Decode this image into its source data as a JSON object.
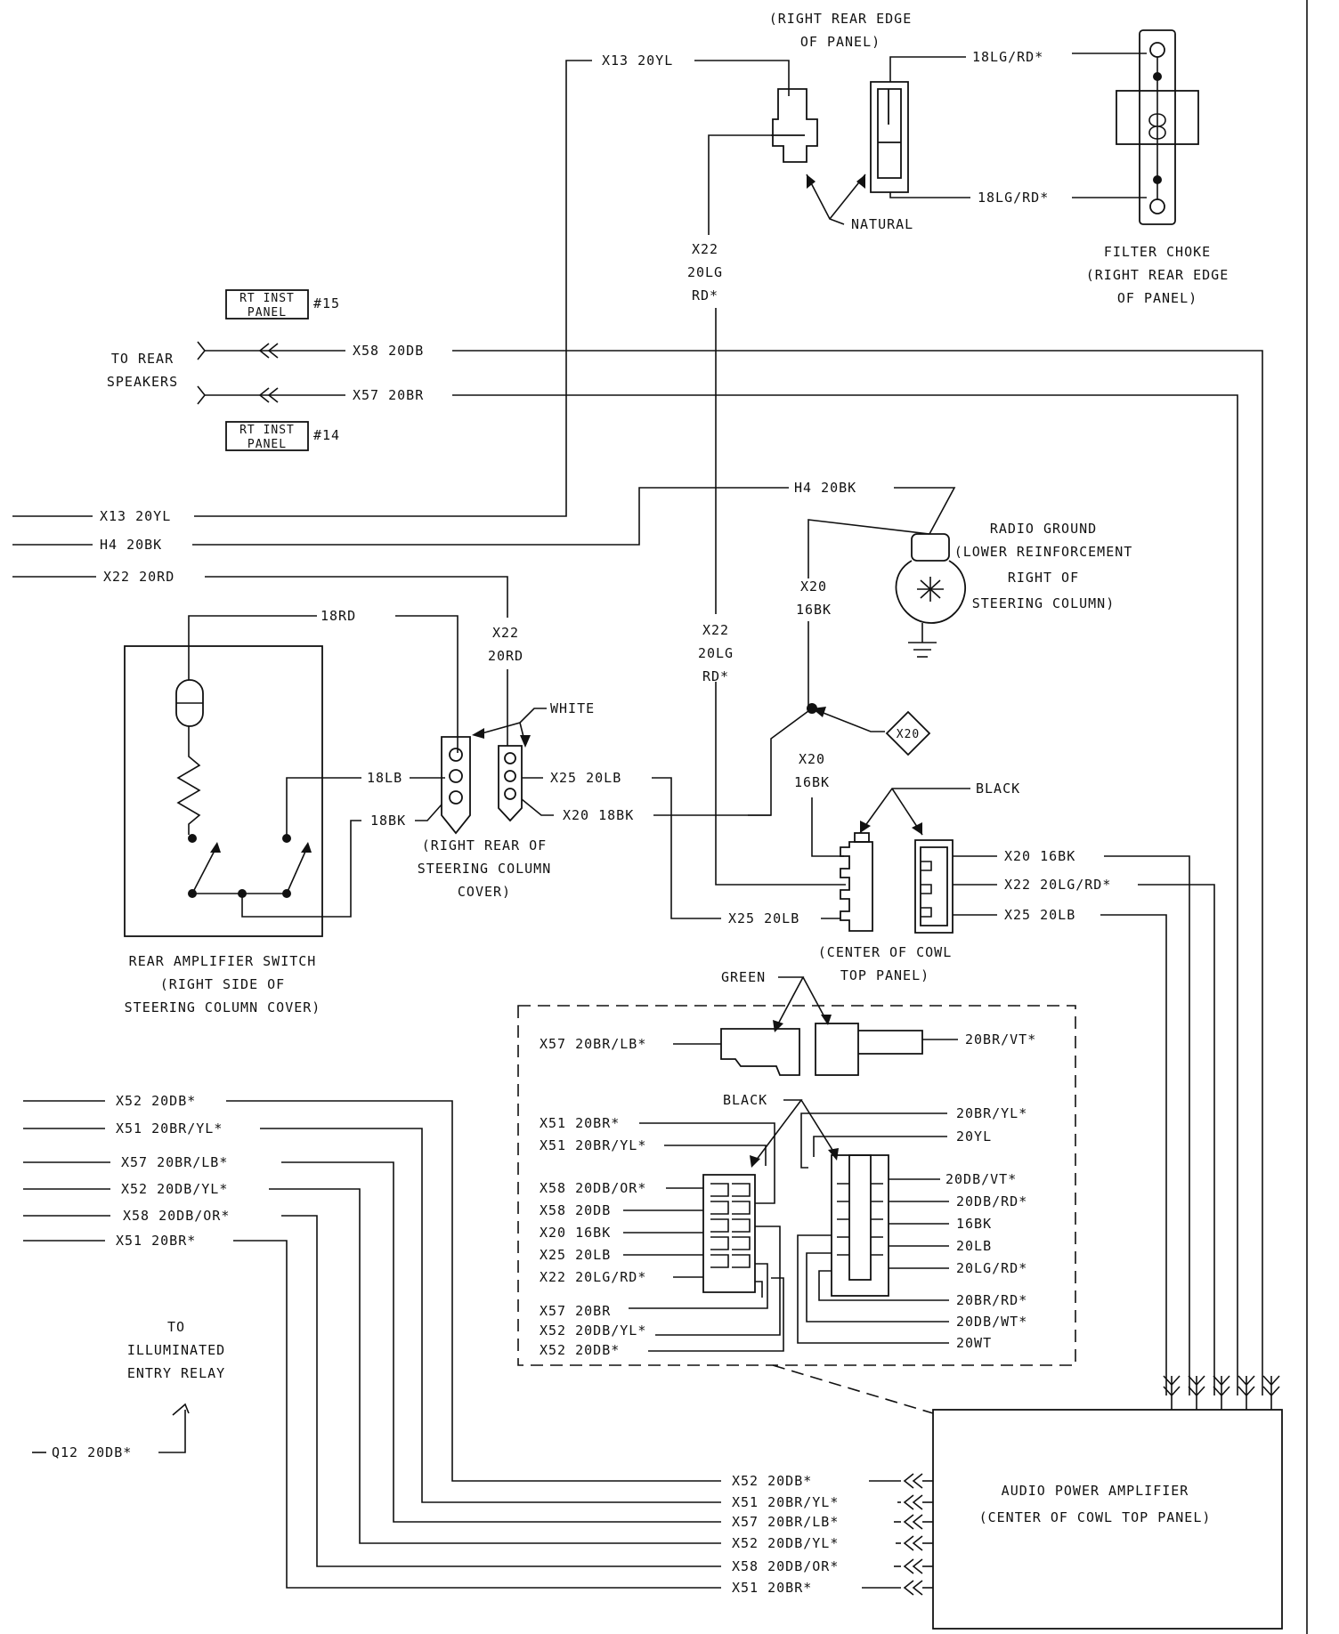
{
  "top_connector": {
    "location": [
      "(RIGHT REAR EDGE",
      "OF PANEL)"
    ],
    "wire_x13_top": "X13 20YL",
    "wire_18lg_top": "18LG/RD*",
    "wire_18lg_bottom": "18LG/RD*",
    "natural": "NATURAL",
    "x22_vertical": [
      "X22",
      "20LG",
      "RD*"
    ]
  },
  "filter_choke": {
    "label": [
      "FILTER CHOKE",
      "(RIGHT REAR EDGE",
      "OF PANEL)"
    ]
  },
  "rear_speakers": {
    "label": [
      "TO REAR",
      "SPEAKERS"
    ],
    "wire_x58": "X58 20DB",
    "wire_x57": "X57 20BR",
    "splice_1": {
      "box": [
        "RT INST",
        "PANEL"
      ],
      "num": "#15"
    },
    "splice_2": {
      "box": [
        "RT INST",
        "PANEL"
      ],
      "num": "#14"
    }
  },
  "left_wires": {
    "x13": "X13 20YL",
    "h4": "H4 20BK",
    "x22": "X22 20RD"
  },
  "radio_ground": {
    "h4_top": "H4 20BK",
    "label": [
      "RADIO GROUND",
      "(LOWER REINFORCEMENT",
      "RIGHT OF",
      "STEERING COLUMN)"
    ],
    "x20_upper": [
      "X20",
      "16BK"
    ],
    "x22_mid": [
      "X22",
      "20LG",
      "RD*"
    ],
    "x20_lower": [
      "X20",
      "16BK"
    ],
    "splice_tag": "X20"
  },
  "rear_amp_switch": {
    "wire_18rd": "18RD",
    "wire_18lb": "18LB",
    "wire_18bk": "18BK",
    "label": [
      "REAR AMPLIFIER SWITCH",
      "(RIGHT SIDE OF",
      "STEERING COLUMN COVER)"
    ]
  },
  "column_connector": {
    "x22_vertical": [
      "X22",
      "20RD"
    ],
    "white": "WHITE",
    "x25": "X25 20LB",
    "x20": "X20 18BK",
    "label": [
      "(RIGHT REAR OF",
      "STEERING COLUMN",
      "COVER)"
    ]
  },
  "cowl_connector": {
    "black": "BLACK",
    "x25_left": "X25 20LB",
    "right_wires": [
      "X20 16BK",
      "X22 20LG/RD*",
      "X25 20LB"
    ],
    "label": [
      "(CENTER OF COWL",
      "TOP PANEL)"
    ]
  },
  "dashed_box": {
    "green": "GREEN",
    "x57_left": "X57 20BR/LB*",
    "x57_right": "20BR/VT*",
    "black": "BLACK",
    "left_wires": [
      "X51 20BR*",
      "X51 20BR/YL*",
      "X58 20DB/OR*",
      "X58 20DB",
      "X20 16BK",
      "X25 20LB",
      "X22 20LG/RD*",
      "X57 20BR",
      "X52 20DB/YL*",
      "X52 20DB*"
    ],
    "right_wires": [
      "20BR/YL*",
      "20YL",
      "20DB/VT*",
      "20DB/RD*",
      "16BK",
      "20LB",
      "20LG/RD*",
      "20BR/RD*",
      "20DB/WT*",
      "20WT"
    ]
  },
  "left_bundle": [
    "X52 20DB*",
    "X51 20BR/YL*",
    "X57 20BR/LB*",
    "X52 20DB/YL*",
    "X58 20DB/OR*",
    "X51 20BR*"
  ],
  "illuminated_entry": {
    "label": [
      "TO",
      "ILLUMINATED",
      "ENTRY RELAY"
    ],
    "wire": "Q12 20DB*"
  },
  "amplifier": {
    "label": [
      "AUDIO POWER AMPLIFIER",
      "(CENTER OF COWL TOP PANEL)"
    ],
    "inputs": [
      "X52 20DB*",
      "X51 20BR/YL*",
      "X57 20BR/LB*",
      "X52 20DB/YL*",
      "X58 20DB/OR*",
      "X51 20BR*"
    ]
  }
}
